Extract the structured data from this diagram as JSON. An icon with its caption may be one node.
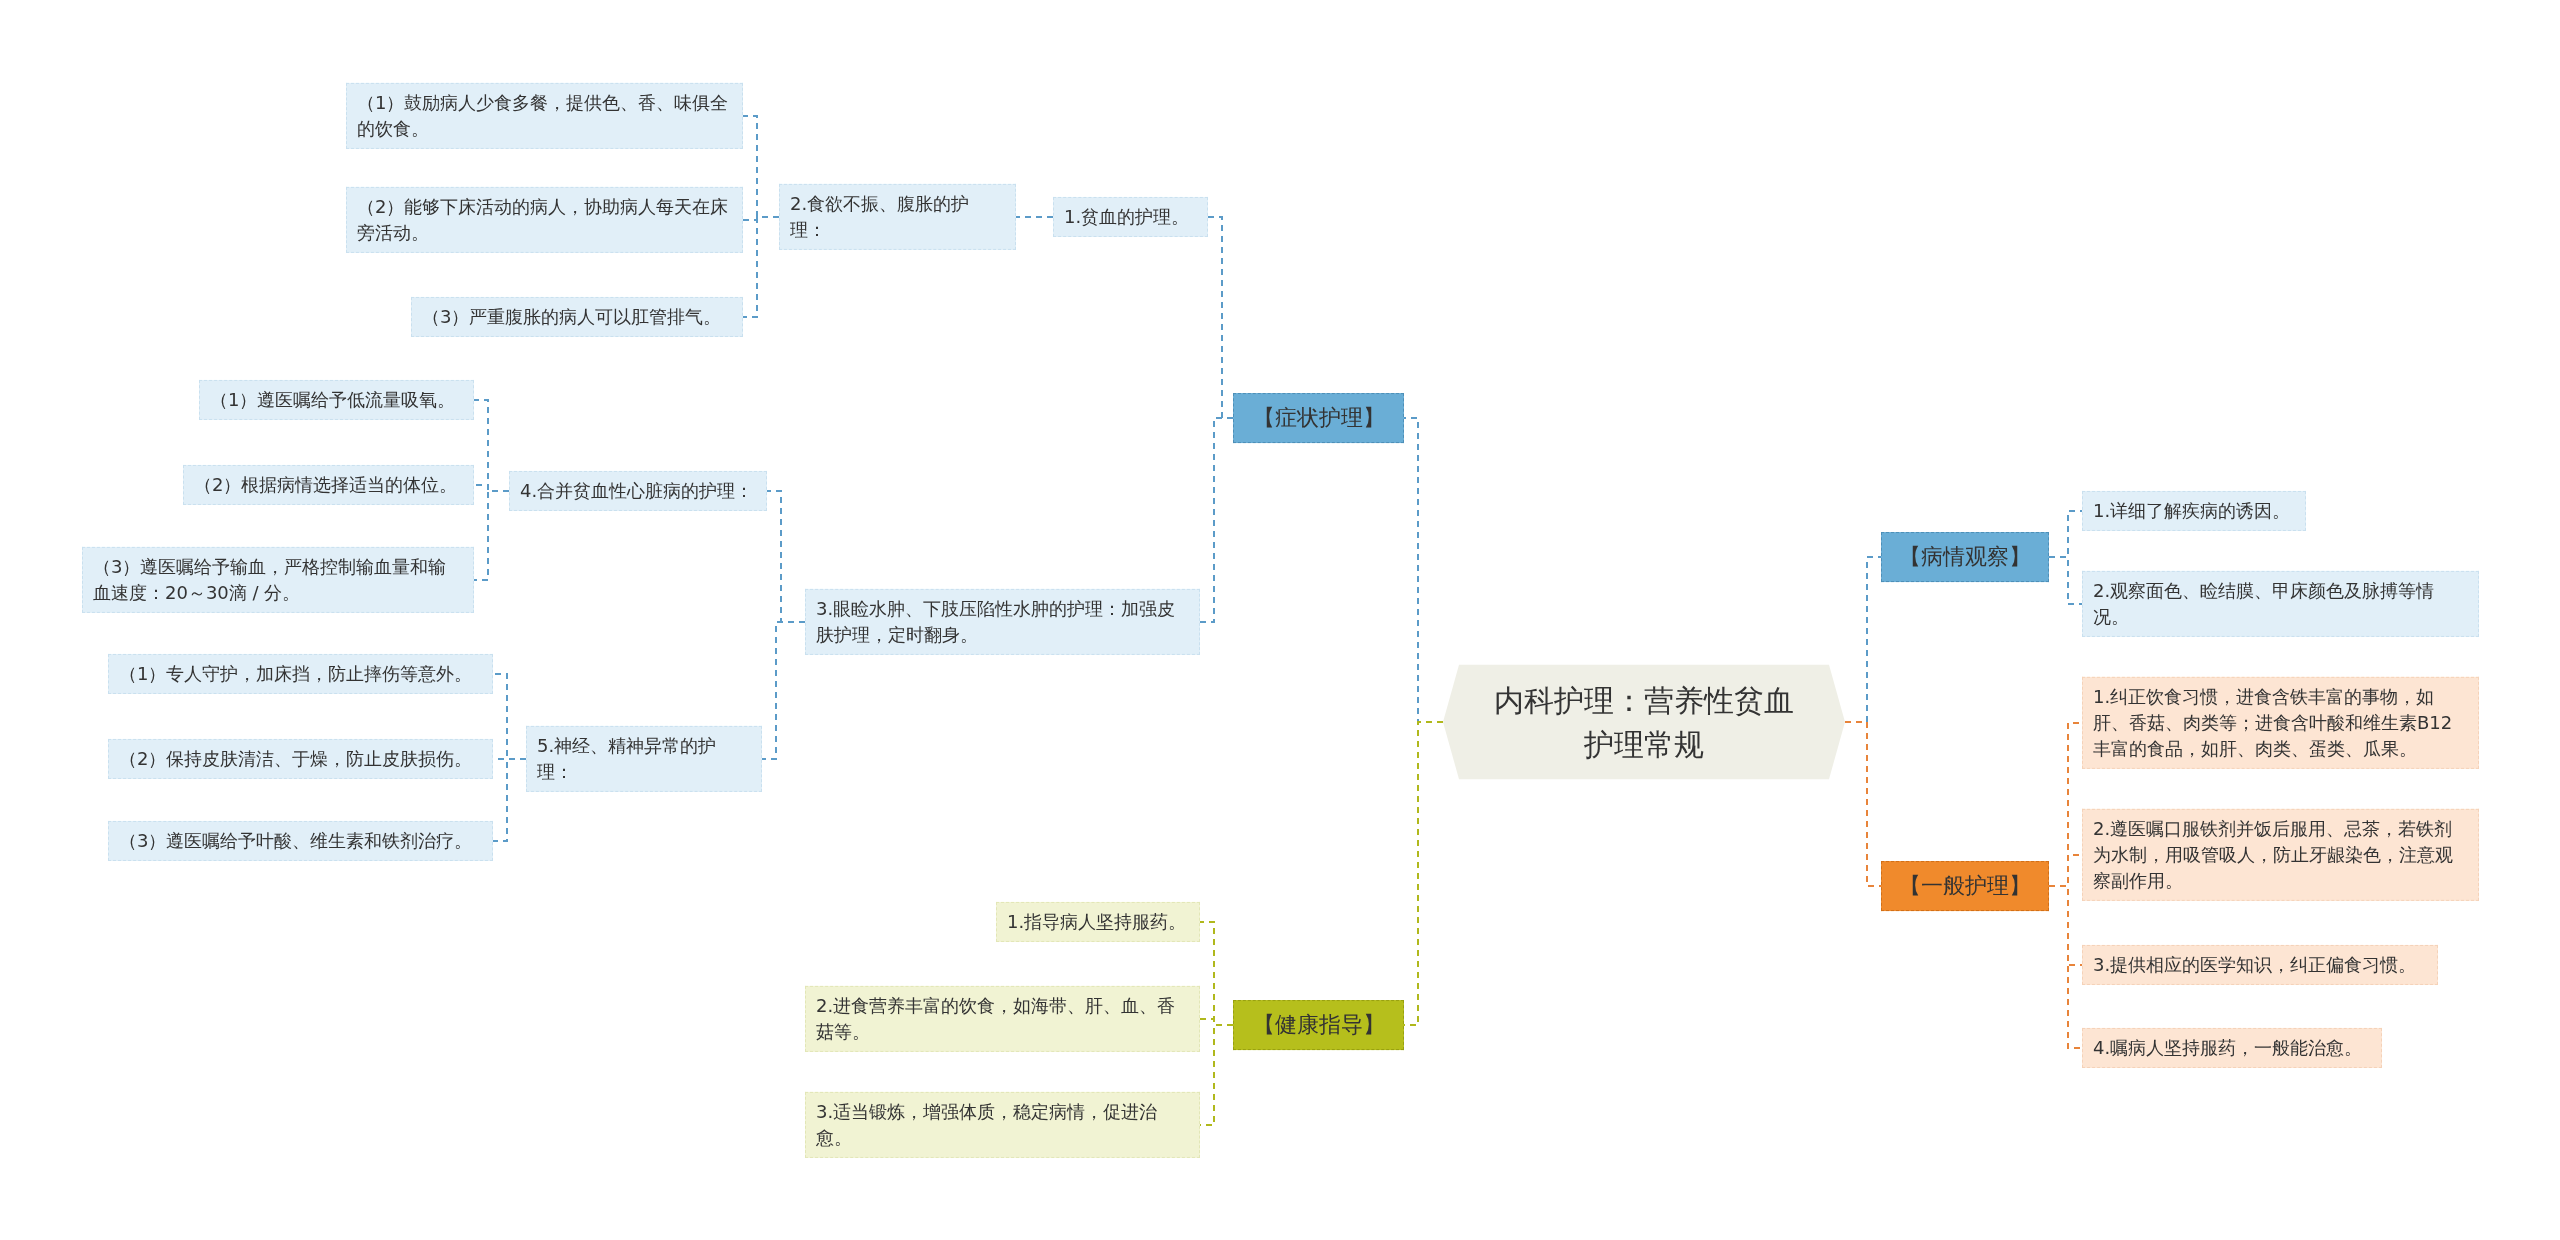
{
  "diagram": {
    "nodes": [
      {
        "text": [
          "内科护理：营养性贫血护理常规"
        ]
      },
      {
        "text": [
          "【症状护理】"
        ]
      },
      {
        "text": [
          "1.贫血的护理。"
        ]
      },
      {
        "text": [
          "2.食欲不振、腹胀的护理："
        ]
      },
      {
        "text": [
          "（1）鼓励病人少食多餐，提供色、香、味俱全的饮食。"
        ]
      },
      {
        "text": [
          "（2）能够下床活动的病人，协助病人每天在床旁活动。"
        ]
      },
      {
        "text": [
          "（3）严重腹胀的病人可以肛管排气。"
        ]
      },
      {
        "text": [
          "3.眼睑水肿、下肢压陷性水肿的护理：加强皮肤护理，定时翻身。"
        ]
      },
      {
        "text": [
          "4.合并贫血性心脏病的护理："
        ]
      },
      {
        "text": [
          "（1）遵医嘱给予低流量吸氧。"
        ]
      },
      {
        "text": [
          "（2）根据病情选择适当的体位。"
        ]
      },
      {
        "text": [
          "（3）遵医嘱给予输血，严格控制输血量和输血速度：20～30滴 / 分。"
        ]
      },
      {
        "text": [
          "5.神经、精神异常的护理："
        ]
      },
      {
        "text": [
          "（1）专人守护，加床挡，防止摔伤等意外。"
        ]
      },
      {
        "text": [
          "（2）保持皮肤清洁、于燥，防止皮肤损伤。"
        ]
      },
      {
        "text": [
          "（3）遵医嘱给予叶酸、维生素和铁剂治疗。"
        ]
      },
      {
        "text": [
          "【健康指导】"
        ]
      },
      {
        "text": [
          "1.指导病人坚持服药。"
        ]
      },
      {
        "text": [
          "2.进食营养丰富的饮食，如海带、肝、血、香菇等。"
        ]
      },
      {
        "text": [
          "3.适当锻炼，增强体质，稳定病情，促进治愈。"
        ]
      },
      {
        "text": [
          "【病情观察】"
        ]
      },
      {
        "text": [
          "1.详细了解疾病的诱因。"
        ]
      },
      {
        "text": [
          "2.观察面色、睑结膜、甲床颜色及脉搏等情况。"
        ]
      },
      {
        "text": [
          "【一般护理】"
        ]
      },
      {
        "text": [
          "1.纠正饮食习惯，进食含铁丰富的事物，如肝、香菇、肉类等；进食含叶酸和维生素B12丰富的食品，如肝、肉类、蛋类、瓜果。"
        ]
      },
      {
        "text": [
          "2.遵医嘱口服铁剂并饭后服用、忌茶，若铁剂为水制，用吸管吸人，防止牙龈染色，注意观察副作用。"
        ]
      },
      {
        "text": [
          "3.提供相应的医学知识，纠正偏食习惯。"
        ]
      },
      {
        "text": [
          "4.嘱病人坚持服药，一般能治愈。"
        ]
      }
    ],
    "edges": [
      {
        "from": 0,
        "to": 1,
        "arrow": "none",
        "style": "dashed"
      },
      {
        "from": 1,
        "to": 2,
        "arrow": "none",
        "style": "dashed"
      },
      {
        "from": 2,
        "to": 3,
        "arrow": "none",
        "style": "dashed"
      },
      {
        "from": 3,
        "to": 4,
        "arrow": "none",
        "style": "dashed"
      },
      {
        "from": 3,
        "to": 5,
        "arrow": "none",
        "style": "dashed"
      },
      {
        "from": 3,
        "to": 6,
        "arrow": "none",
        "style": "dashed"
      },
      {
        "from": 1,
        "to": 7,
        "arrow": "none",
        "style": "dashed"
      },
      {
        "from": 7,
        "to": 8,
        "arrow": "none",
        "style": "dashed"
      },
      {
        "from": 8,
        "to": 9,
        "arrow": "none",
        "style": "dashed"
      },
      {
        "from": 8,
        "to": 10,
        "arrow": "none",
        "style": "dashed"
      },
      {
        "from": 8,
        "to": 11,
        "arrow": "none",
        "style": "dashed"
      },
      {
        "from": 7,
        "to": 12,
        "arrow": "none",
        "style": "dashed"
      },
      {
        "from": 12,
        "to": 13,
        "arrow": "none",
        "style": "dashed"
      },
      {
        "from": 12,
        "to": 14,
        "arrow": "none",
        "style": "dashed"
      },
      {
        "from": 12,
        "to": 15,
        "arrow": "none",
        "style": "dashed"
      },
      {
        "from": 0,
        "to": 16,
        "arrow": "none",
        "style": "dashed",
        "color": "#b0b81c"
      },
      {
        "from": 16,
        "to": 17,
        "arrow": "none",
        "style": "dashed",
        "color": "#b0b81c"
      },
      {
        "from": 16,
        "to": 18,
        "arrow": "none",
        "style": "dashed",
        "color": "#b0b81c"
      },
      {
        "from": 16,
        "to": 19,
        "arrow": "none",
        "style": "dashed",
        "color": "#b0b81c"
      },
      {
        "from": 0,
        "to": 20,
        "arrow": "none",
        "style": "dashed"
      },
      {
        "from": 20,
        "to": 21,
        "arrow": "none",
        "style": "dashed"
      },
      {
        "from": 20,
        "to": 22,
        "arrow": "none",
        "style": "dashed"
      },
      {
        "from": 0,
        "to": 23,
        "arrow": "none",
        "style": "dashed",
        "color": "#e8843a"
      },
      {
        "from": 23,
        "to": 24,
        "arrow": "none",
        "style": "dashed",
        "color": "#e8843a"
      },
      {
        "from": 23,
        "to": 25,
        "arrow": "none",
        "style": "dashed",
        "color": "#e8843a"
      },
      {
        "from": 23,
        "to": 26,
        "arrow": "none",
        "style": "dashed",
        "color": "#e8843a"
      },
      {
        "from": 23,
        "to": 27,
        "arrow": "none",
        "style": "dashed",
        "color": "#e8843a"
      }
    ]
  }
}
